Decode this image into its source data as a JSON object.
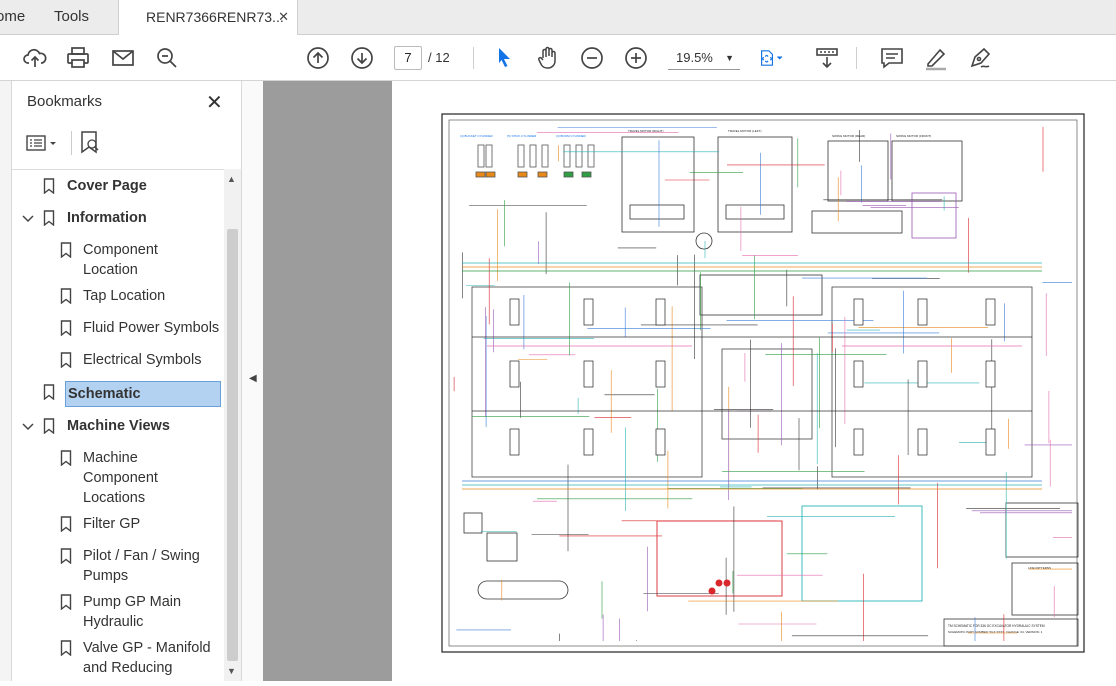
{
  "tabs": {
    "home": "ome",
    "tools": "Tools",
    "document": "RENR7366RENR73...",
    "close": "✕"
  },
  "toolbar": {
    "current_page": "7",
    "page_total": "/ 12",
    "zoom": "19.5%"
  },
  "bookmarks": {
    "title": "Bookmarks",
    "close": "✕",
    "items": [
      {
        "label": "Cover Page",
        "level": 0
      },
      {
        "label": "Information",
        "level": 0
      },
      {
        "label": "Component",
        "label2": "Location",
        "level": 1
      },
      {
        "label": "Tap Location",
        "level": 1
      },
      {
        "label": "Fluid Power Symbols",
        "level": 1
      },
      {
        "label": "Electrical Symbols",
        "level": 1
      },
      {
        "label": "Schematic",
        "level": 0,
        "selected": true
      },
      {
        "label": "Machine Views",
        "level": 0
      },
      {
        "label": "Machine",
        "label2": "Component",
        "label3": "Locations",
        "level": 1
      },
      {
        "label": "Filter GP",
        "level": 1
      },
      {
        "label": "Pilot / Fan / Swing",
        "label2": "Pumps",
        "level": 1
      },
      {
        "label": "Pump GP Main",
        "label2": "Hydraulic",
        "level": 1
      },
      {
        "label": "Valve GP - Manifold",
        "label2": "and Reducing",
        "level": 1
      }
    ]
  },
  "schematic_labels": {
    "title_block_line1": "TM SCHEMATIC FOR 336 GC EXCAVATOR HYDRAULIC SYSTEM",
    "title_block_line2": "SCHEMATIC PART NUMBER: 5GX XXXX, CHANGE: 04, VERSION: 1",
    "travel_right": "TRAVEL MOTOR (RIGHT)",
    "travel_left": "TRAVEL MOTOR (LEFT)",
    "swing_rear": "SWING MOTOR (REAR)",
    "swing_front": "SWING MOTOR (FRONT)",
    "bucket_cyl": "(4) BUCKET CYLINDER",
    "stick_cyl": "(5) STICK CYLINDER",
    "boom_cyl": "(3) BOOM CYLINDER",
    "line_patterns": "LINE PATTERNS"
  },
  "colors": {
    "accent": "#1473e6",
    "selection": "#b3d1f0",
    "doc_bg": "#9c9c9c",
    "hyd_red": "#d9272e",
    "hyd_orange": "#e88a1a",
    "hyd_green": "#2f9e44",
    "hyd_blue": "#3b7dd8",
    "hyd_purple": "#9b59b6",
    "hyd_teal": "#2bb5b5",
    "hyd_pink": "#e46fb0"
  }
}
